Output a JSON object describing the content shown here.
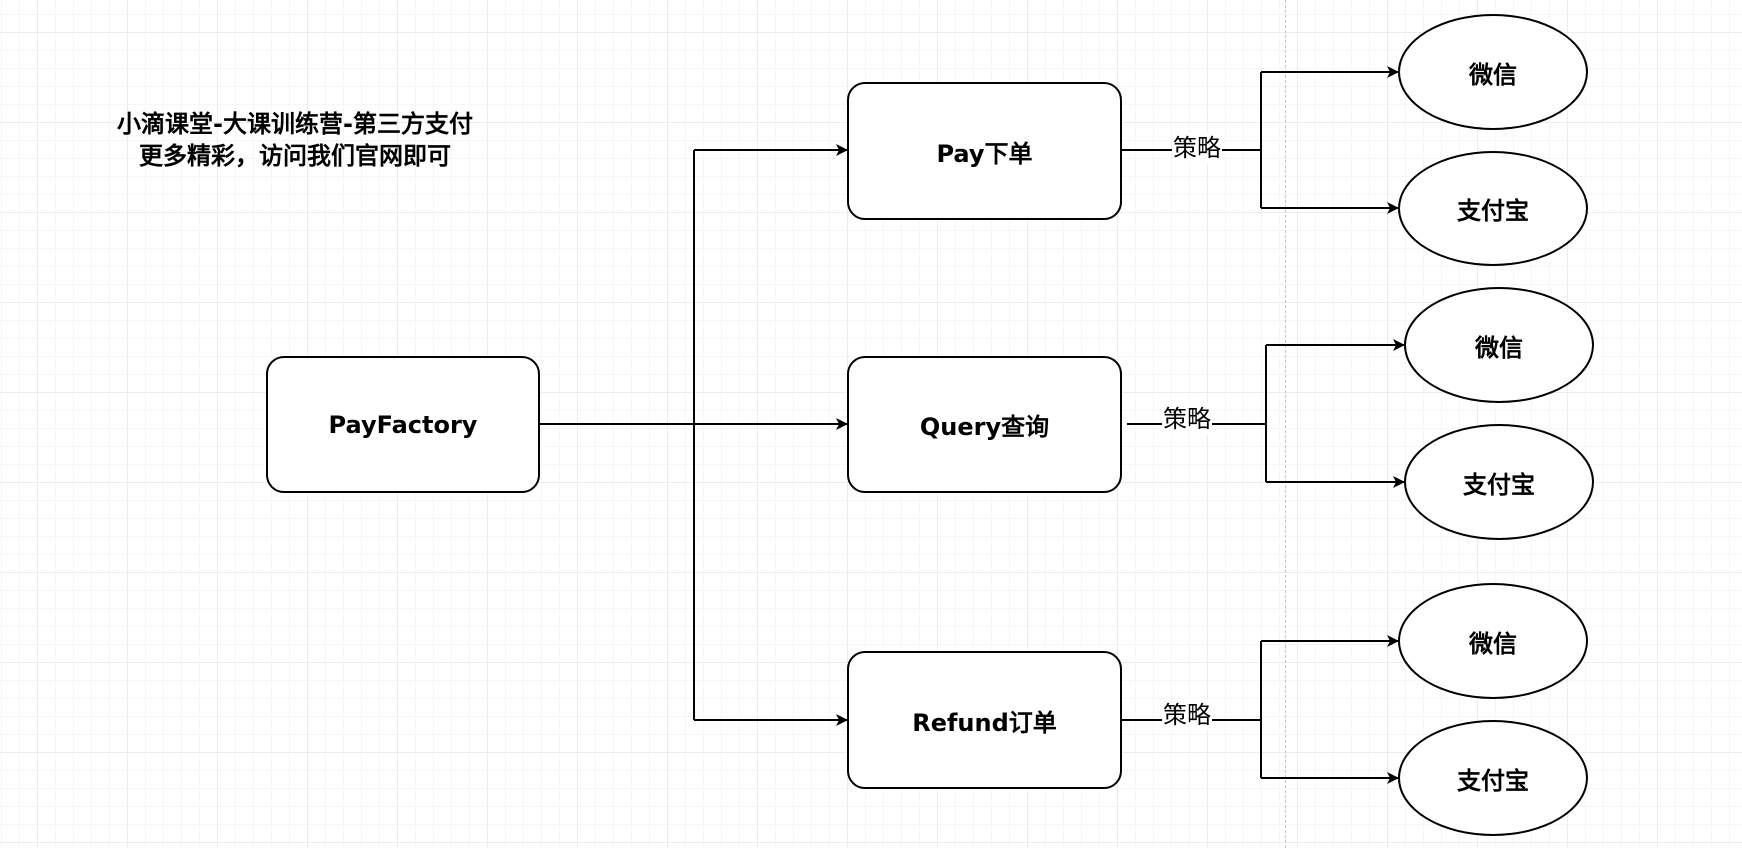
{
  "caption": {
    "line1": "小滴课堂-大课训练营-第三方支付",
    "line2": "更多精彩，访问我们官网即可"
  },
  "nodes": {
    "factory": "PayFactory",
    "pay": "Pay下单",
    "query": "Query查询",
    "refund": "Refund订单"
  },
  "strategies": {
    "pay": {
      "edge": "策略",
      "wechat": "微信",
      "alipay": "支付宝"
    },
    "query": {
      "edge": "策略",
      "wechat": "微信",
      "alipay": "支付宝"
    },
    "refund": {
      "edge": "策略",
      "wechat": "微信",
      "alipay": "支付宝"
    }
  }
}
